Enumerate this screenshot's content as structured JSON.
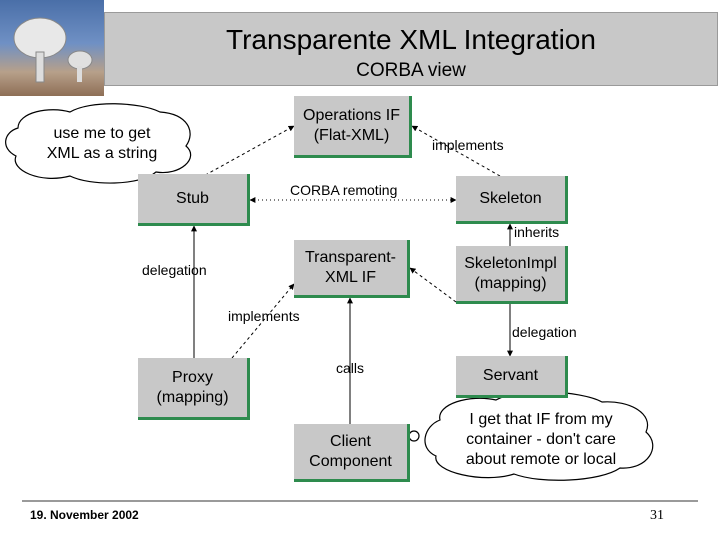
{
  "header": {
    "title": "Transparente XML Integration",
    "subtitle": "CORBA view"
  },
  "boxes": {
    "operations_if": "Operations IF\n(Flat-XML)",
    "stub": "Stub",
    "skeleton": "Skeleton",
    "transparent_xml_if": "Transparent-\nXML IF",
    "skeleton_impl": "SkeletonImpl\n(mapping)",
    "proxy": "Proxy\n(mapping)",
    "servant": "Servant",
    "client_component": "Client\nComponent"
  },
  "labels": {
    "implements_top": "implements",
    "corba_remoting": "CORBA remoting",
    "inherits": "inherits",
    "delegation_left": "delegation",
    "implements_mid": "implements",
    "delegation_right": "delegation",
    "calls": "calls"
  },
  "thoughts": {
    "left": "use me to get\nXML as a string",
    "right": "I get that IF from my\ncontainer - don't care\nabout remote or local"
  },
  "footer": {
    "date": "19. November 2002",
    "page": "31"
  },
  "colors": {
    "box_fill": "#c8c8c8",
    "box_shadow": "#2e8b4e",
    "header_band": "#c8c8c8"
  }
}
